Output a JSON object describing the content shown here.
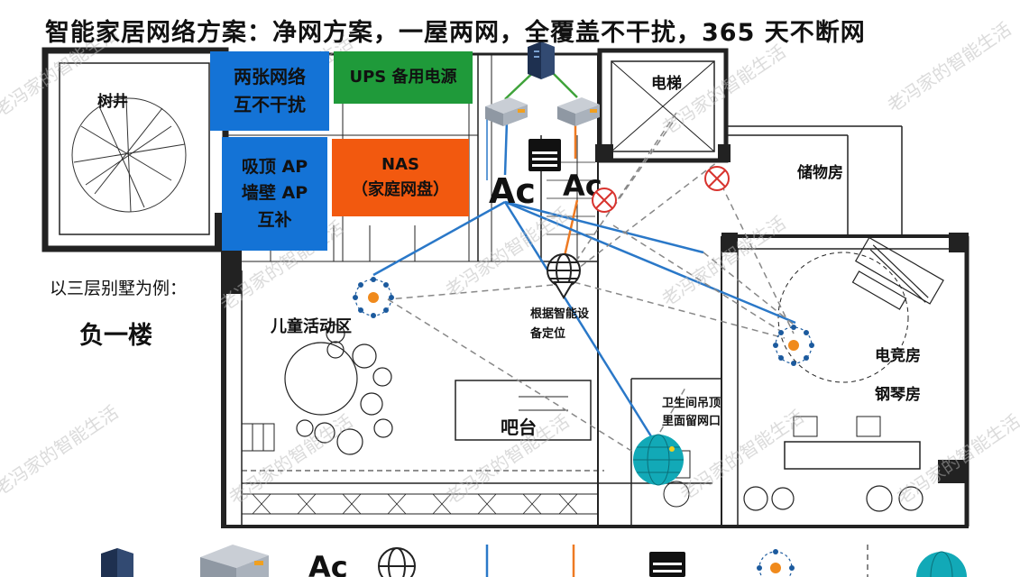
{
  "title": "智能家居网络方案：净网方案，一屋两网，全覆盖不干扰，365 天不断网",
  "boxes": {
    "two_networks": [
      "两张网络",
      "互不干扰"
    ],
    "ups": "UPS 备用电源",
    "ap": [
      "吸顶 AP",
      "墙壁 AP",
      "互补"
    ],
    "nas": [
      "NAS",
      "（家庭网盘）"
    ]
  },
  "example": "以三层别墅为例：",
  "floor": "负一楼",
  "rooms": {
    "tree_well": "树井",
    "elevator": "电梯",
    "storage": "储物房",
    "kids": "儿童活动区",
    "bar": "吧台",
    "esports": "电竞房",
    "piano": "钢琴房",
    "bathroom": [
      "卫生间吊顶",
      "里面留网口"
    ],
    "smart_locate": [
      "根据智能设",
      "备定位"
    ]
  },
  "device_labels": {
    "ac_left": "Ac",
    "ac_right": "Ac"
  },
  "watermark": "老冯家的智能生活",
  "legend_ac": "Ac",
  "colors": {
    "blue_box": "#1473d6",
    "green_box": "#1f9a3a",
    "orange_box": "#f2590f",
    "blue_line": "#2a78c8",
    "orange_line": "#ee7a22",
    "green_line": "#3fa33a",
    "ap_orange": "#f08a1c",
    "wifi_globe": "#12a9b7"
  }
}
